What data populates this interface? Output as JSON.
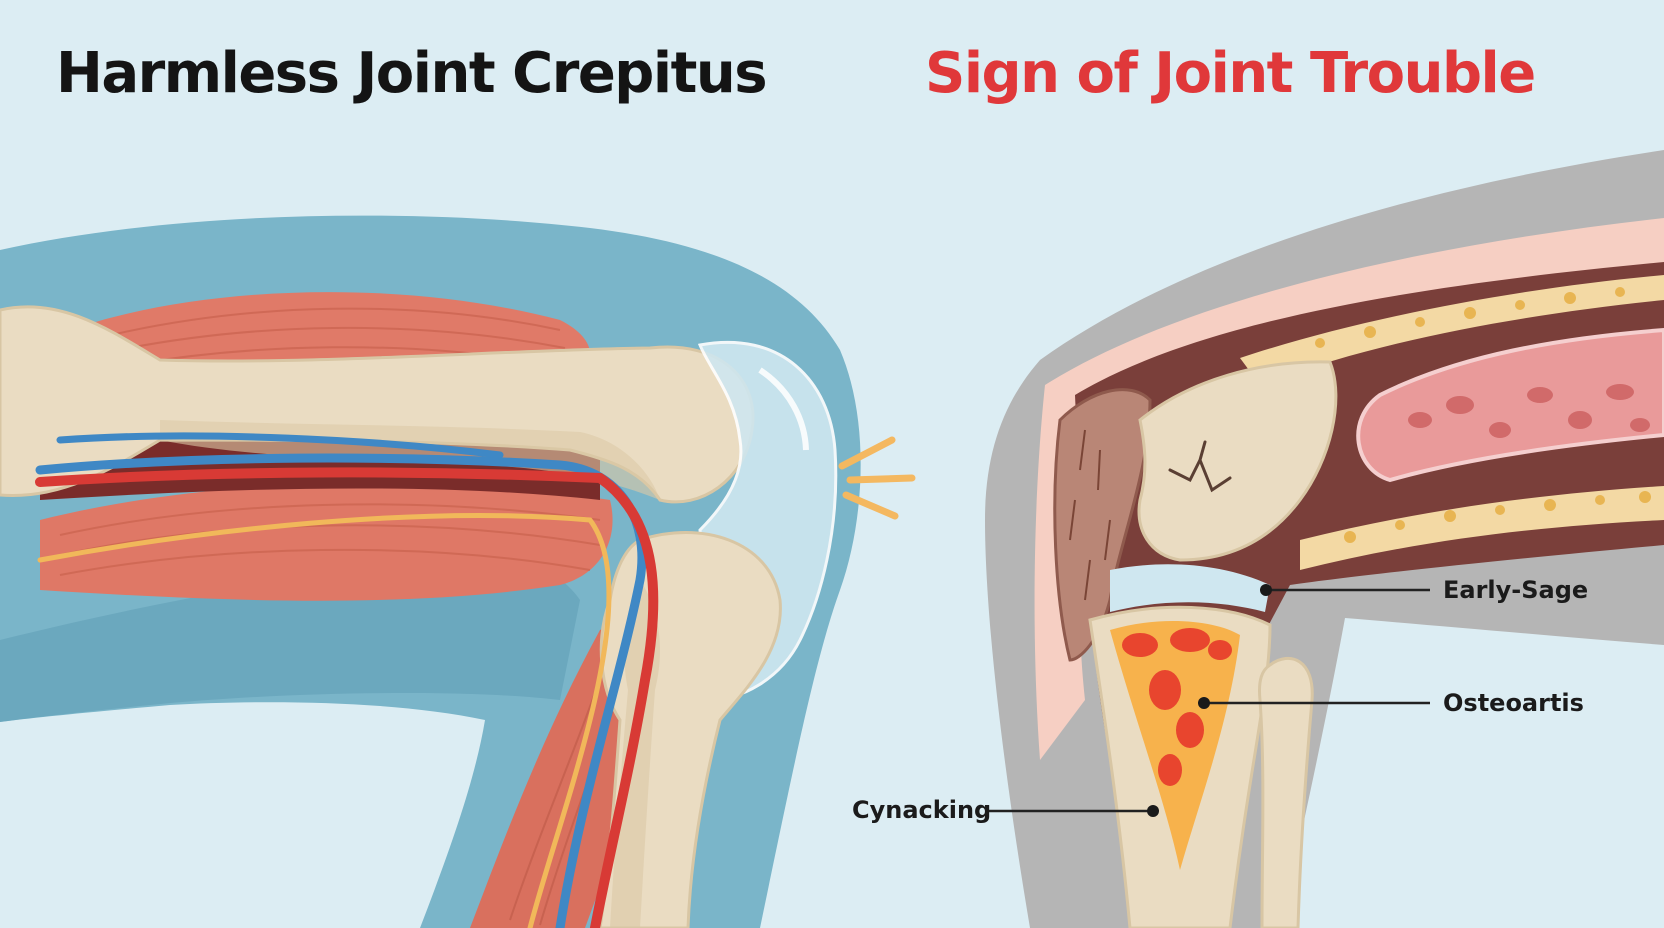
{
  "titles": {
    "left": "Harmless Joint Crepitus",
    "right": "Sign of Joint Trouble"
  },
  "callouts": {
    "early_stage": "Early-Sage",
    "osteoarthritis": "Osteoartis",
    "cracking": "Cynacking"
  },
  "colors": {
    "background": "#dcedf3",
    "harmless_title": "#141414",
    "trouble_title": "#e0383a",
    "healthy_skin": "#7ab5c9",
    "affected_skin": "#b5b5b5",
    "bone": "#eadcc2",
    "muscle": "#e07a68",
    "artery": "#d83a35",
    "vein": "#3f88c5",
    "nerve": "#f1b85a"
  }
}
